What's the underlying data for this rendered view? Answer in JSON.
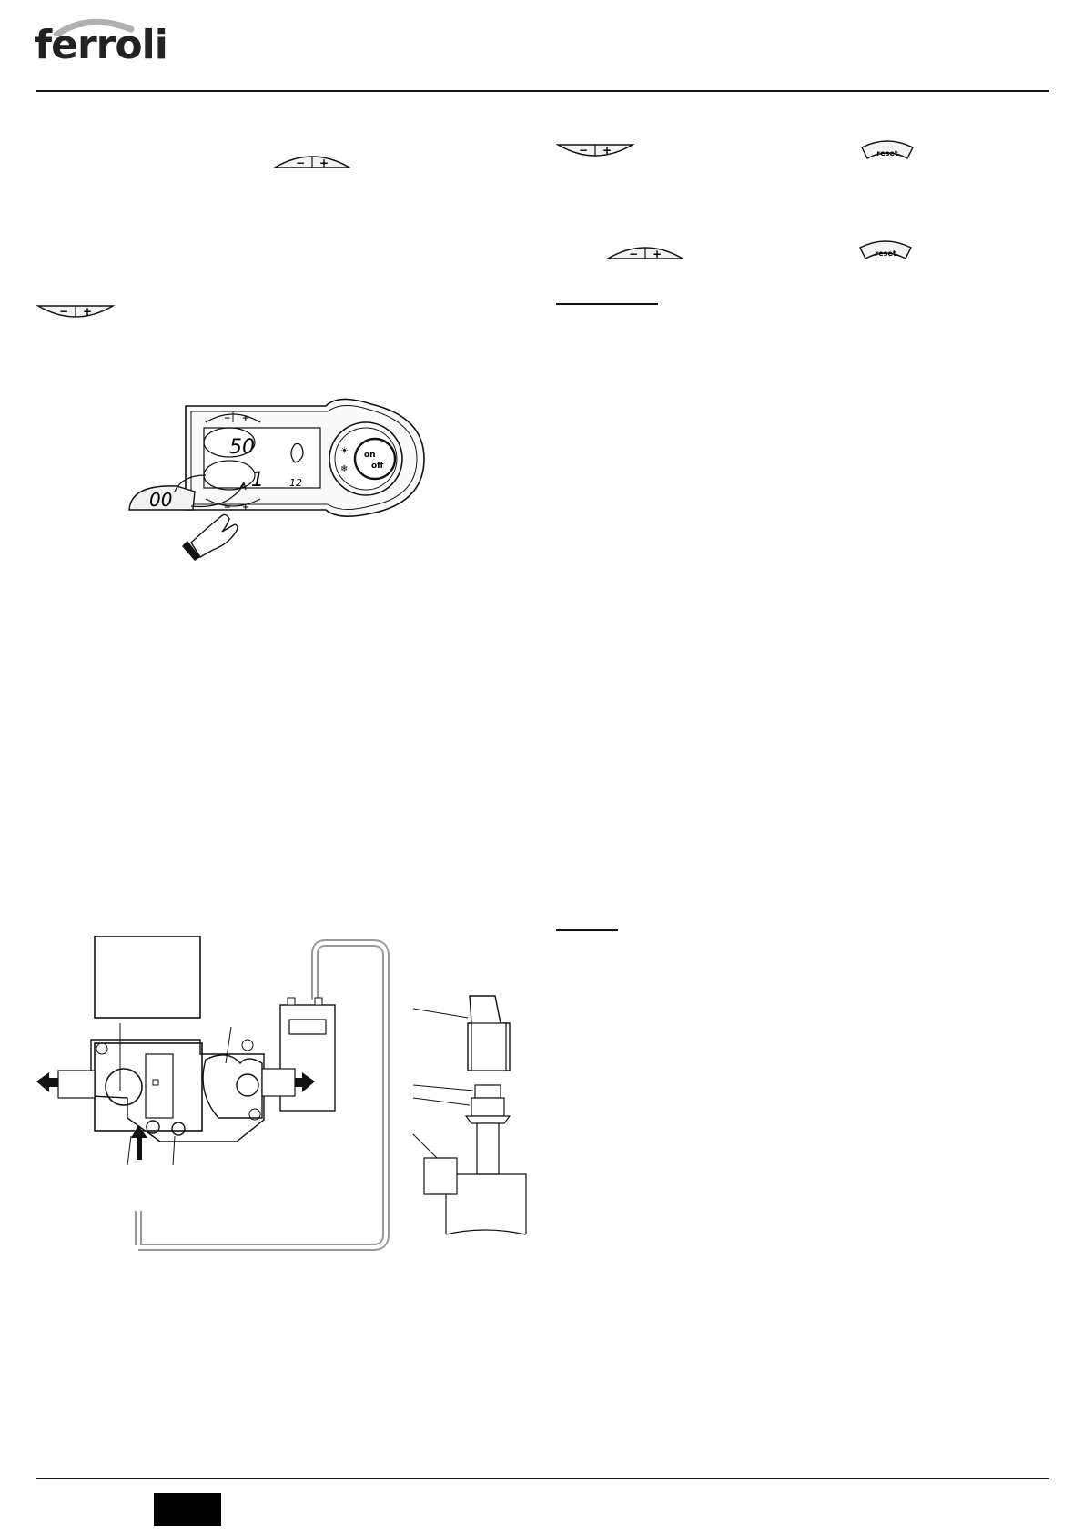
{
  "header": {
    "brand": "ferroli"
  },
  "buttons": {
    "minus": "−",
    "plus": "+",
    "reset": "reset"
  },
  "control_panel": {
    "display_upper": "50",
    "display_lower": "1",
    "display_lower_small": "12",
    "popout_value": "00",
    "on_label": "on",
    "off_label": "off"
  },
  "colors": {
    "ink": "#111111",
    "panel_fill": "#f7f7f7",
    "pipe": "#999999"
  }
}
